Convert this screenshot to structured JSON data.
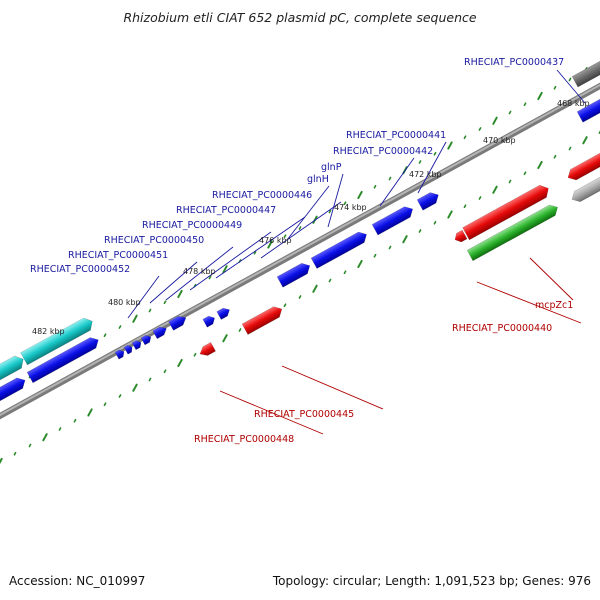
{
  "title": "Rhizobium etli CIAT 652 plasmid pC, complete sequence",
  "footer": {
    "accession": "Accession: NC_010997",
    "summary": "Topology: circular; Length: 1,091,523 bp; Genes: 976"
  },
  "colors": {
    "forward": "#0a10e6",
    "reverse": "#e60a0a",
    "rna": "#19a619",
    "other": "#18c8c8",
    "grey": "#9a9a9a",
    "tick": "#2a8a2a",
    "backbone": "#8c8c8c",
    "fwd_label": "#1a1aa0",
    "rev_label": "#b00000"
  },
  "scale_labels": [
    "468 kbp",
    "470 kbp",
    "472 kbp",
    "474 kbp",
    "476 kbp",
    "478 kbp",
    "480 kbp",
    "482 kbp"
  ],
  "gene_labels": [
    {
      "text": "RHECIAT_PC0000437",
      "strand": "forward"
    },
    {
      "text": "RHECIAT_PC0000441",
      "strand": "forward"
    },
    {
      "text": "RHECIAT_PC0000442",
      "strand": "forward"
    },
    {
      "text": "glnP",
      "strand": "forward"
    },
    {
      "text": "glnH",
      "strand": "forward"
    },
    {
      "text": "RHECIAT_PC0000446",
      "strand": "forward"
    },
    {
      "text": "RHECIAT_PC0000447",
      "strand": "forward"
    },
    {
      "text": "RHECIAT_PC0000449",
      "strand": "forward"
    },
    {
      "text": "RHECIAT_PC0000450",
      "strand": "forward"
    },
    {
      "text": "RHECIAT_PC0000451",
      "strand": "forward"
    },
    {
      "text": "RHECIAT_PC0000452",
      "strand": "forward"
    },
    {
      "text": "mcpZc1",
      "strand": "reverse"
    },
    {
      "text": "RHECIAT_PC0000440",
      "strand": "reverse"
    },
    {
      "text": "RHECIAT_PC0000445",
      "strand": "reverse"
    },
    {
      "text": "RHECIAT_PC0000448",
      "strand": "reverse"
    }
  ]
}
